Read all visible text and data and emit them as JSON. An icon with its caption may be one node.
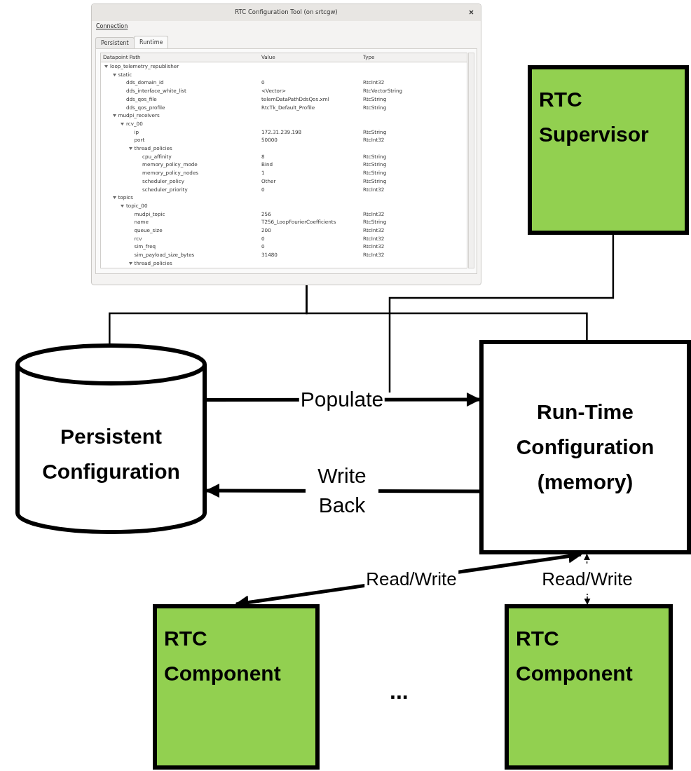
{
  "diagram": {
    "nodes": [
      {
        "text": [
          "RTC Configuration Tool (on srtcgw)",
          "Connection",
          "Persistent",
          "Runtime",
          "Datapoint Path",
          "Value",
          "Type",
          "loop_telemetry_republisher",
          "static",
          "dds_domain_id",
          "0",
          "RtcInt32",
          "dds_interface_white_list",
          "<Vector>",
          "RtcVectorString",
          "dds_qos_file",
          "telemDataPathDdsQos.xml",
          "RtcString",
          "dds_qos_profile",
          "RtcTk_Default_Profile",
          "RtcString",
          "mudpi_receivers",
          "rcv_00",
          "ip",
          "172.31.239.198",
          "RtcString",
          "port",
          "50000",
          "RtcInt32",
          "thread_policies",
          "cpu_affinity",
          "8",
          "RtcString",
          "memory_policy_mode",
          "Bind",
          "RtcString",
          "memory_policy_nodes",
          "1",
          "RtcString",
          "scheduler_policy",
          "Other",
          "RtcString",
          "scheduler_priority",
          "0",
          "RtcInt32",
          "topics",
          "topic_00",
          "mudpi_topic",
          "256",
          "RtcInt32",
          "name",
          "T256_LoopFourierCoefficients",
          "RtcString",
          "queue_size",
          "200",
          "RtcInt32",
          "rcv",
          "0",
          "RtcInt32",
          "sim_freq",
          "0",
          "RtcInt32",
          "sim_payload_size_bytes",
          "31480",
          "RtcInt32",
          "thread_policies"
        ]
      },
      {
        "text": [
          "RTC Supervisor"
        ]
      },
      {
        "text": [
          "Persistent Configuration"
        ]
      },
      {
        "text": [
          "Run-Time Configuration (memory)"
        ]
      },
      {
        "text": [
          "RTC Component"
        ]
      },
      {
        "text": [
          "RTC Component"
        ]
      }
    ],
    "edges": [
      {
        "from": 0,
        "to": 2,
        "arrow": "none"
      },
      {
        "from": 0,
        "to": 3,
        "arrow": "none"
      },
      {
        "from": 1,
        "to": null,
        "arrow": "none"
      },
      {
        "from": 2,
        "to": 3,
        "arrow": "to",
        "label": "Populate",
        "style": "thick"
      },
      {
        "from": 3,
        "to": 2,
        "arrow": "to",
        "label": "Write Back",
        "style": "thick"
      },
      {
        "from": 3,
        "to": 4,
        "arrow": "both",
        "label": "Read/Write",
        "style": "thick"
      },
      {
        "from": 3,
        "to": 5,
        "arrow": "both",
        "label": "Read/Write",
        "style": "dashed"
      }
    ],
    "labels": [
      "..."
    ]
  }
}
